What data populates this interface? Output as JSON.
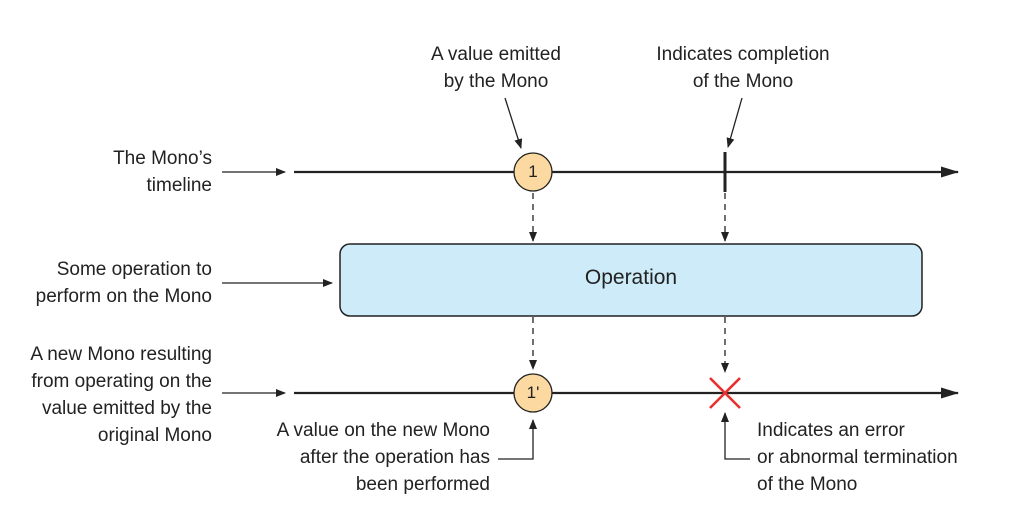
{
  "labels": {
    "value_emitted": [
      "A value emitted",
      "by the Mono"
    ],
    "completion": [
      "Indicates completion",
      "of the Mono"
    ],
    "mono_timeline": [
      "The Mono’s",
      "timeline"
    ],
    "some_operation": [
      "Some operation to",
      "perform on the Mono"
    ],
    "new_mono": [
      "A new Mono resulting",
      "from operating on the",
      "value emitted by the",
      "original Mono"
    ],
    "new_value": [
      "A value on the new Mono",
      "after the operation has",
      "been performed"
    ],
    "error": [
      "Indicates an error",
      "or abnormal termination",
      "of the Mono"
    ]
  },
  "operation": {
    "label": "Operation"
  },
  "marbles": {
    "original": "1",
    "transformed": "1'"
  },
  "colors": {
    "marble_fill": "#fbd9a0",
    "operation_fill": "#cdebf8",
    "error_x": "#e8312f",
    "line": "#222222"
  }
}
